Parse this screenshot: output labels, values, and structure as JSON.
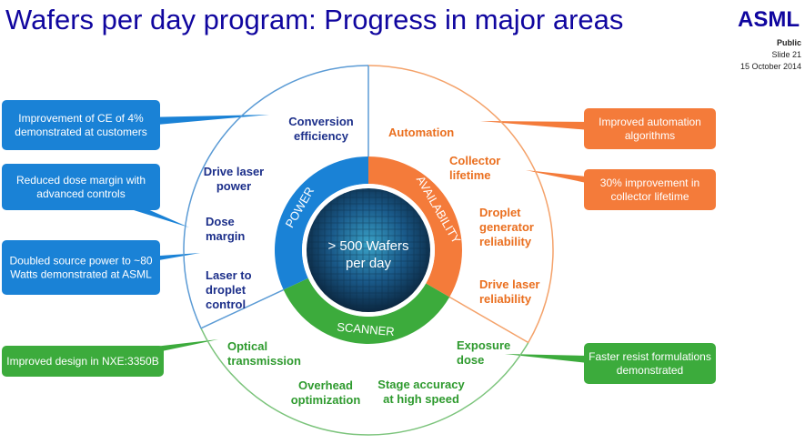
{
  "header": {
    "title": "Wafers per day program: Progress in major areas",
    "logo_text": "ASML",
    "classification": "Public",
    "slide": "Slide 21",
    "date": "15 October 2014"
  },
  "center": {
    "line1": "> 500 Wafers",
    "line2": "per day"
  },
  "segments": {
    "power": "POWER",
    "availability": "AVAILABILITY",
    "scanner": "SCANNER"
  },
  "areas": {
    "power": [
      {
        "lines": [
          "Conversion",
          "efficiency"
        ]
      },
      {
        "lines": [
          "Drive laser",
          "power"
        ]
      },
      {
        "lines": [
          "Dose",
          "margin"
        ]
      },
      {
        "lines": [
          "Laser to",
          "droplet",
          "control"
        ]
      }
    ],
    "availability": [
      {
        "lines": [
          "Automation"
        ]
      },
      {
        "lines": [
          "Collector",
          "lifetime"
        ]
      },
      {
        "lines": [
          "Droplet",
          "generator",
          "reliability"
        ]
      },
      {
        "lines": [
          "Drive laser",
          "reliability"
        ]
      }
    ],
    "scanner": [
      {
        "lines": [
          "Optical",
          "transmission"
        ]
      },
      {
        "lines": [
          "Overhead",
          "optimization"
        ]
      },
      {
        "lines": [
          "Stage accuracy",
          "at high speed"
        ]
      },
      {
        "lines": [
          "Exposure",
          "dose"
        ]
      }
    ]
  },
  "callouts": [
    {
      "lines": [
        "Improvement of CE of 4%",
        "demonstrated at customers"
      ],
      "color": "#1a82d6"
    },
    {
      "lines": [
        "Reduced dose margin with",
        "advanced controls"
      ],
      "color": "#1a82d6"
    },
    {
      "lines": [
        "Doubled source power to ~80",
        "Watts demonstrated at ASML"
      ],
      "color": "#1a82d6"
    },
    {
      "lines": [
        "Improved design in NXE:3350B"
      ],
      "color": "#3cab3c"
    },
    {
      "lines": [
        "Improved automation",
        "algorithms"
      ],
      "color": "#f47b3a"
    },
    {
      "lines": [
        "30% improvement in",
        "collector lifetime"
      ],
      "color": "#f47b3a"
    },
    {
      "lines": [
        "Faster resist formulations",
        "demonstrated"
      ],
      "color": "#3cab3c"
    }
  ],
  "colors": {
    "title": "#10069f",
    "power": "#1a82d6",
    "availability": "#f47b3a",
    "scanner": "#3cab3c",
    "power_text": "#1c2f8a",
    "availability_text": "#ea6f1f",
    "scanner_text": "#2e9a2e",
    "outer_power": "#5b9bd5",
    "outer_availability": "#f4a26a",
    "outer_scanner": "#7cc47c"
  }
}
